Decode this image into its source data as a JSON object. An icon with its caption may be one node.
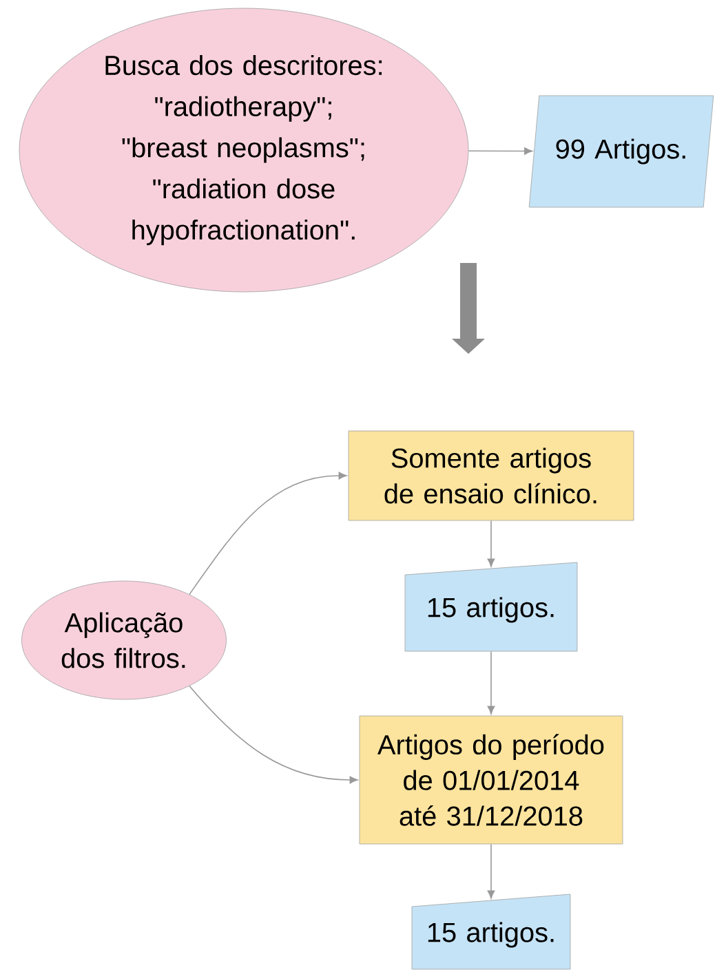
{
  "diagram": {
    "nodes": [
      {
        "text": [
          "Busca dos descritores: \"radiotherapy\"; \"breast neoplasms\"; \"radiation dose hypofractionation\"."
        ]
      },
      {
        "text": [
          "99 Artigos."
        ]
      },
      {
        "text": [
          "Aplicação dos filtros."
        ]
      },
      {
        "text": [
          "Somente artigos de ensaio clínico."
        ]
      },
      {
        "text": [
          "15 artigos."
        ]
      },
      {
        "text": [
          "Artigos do período de 01/01/2014 até 31/12/2018"
        ]
      },
      {
        "text": [
          "15 artigos."
        ]
      }
    ],
    "edges": [
      {
        "from": 0,
        "to": 1,
        "arrow": "to"
      },
      {
        "from": 2,
        "to": 3,
        "arrow": "to"
      },
      {
        "from": 2,
        "to": 5,
        "arrow": "to"
      },
      {
        "from": 3,
        "to": 4,
        "arrow": "to"
      },
      {
        "from": 4,
        "to": 5,
        "arrow": "to"
      },
      {
        "from": 5,
        "to": 6,
        "arrow": "to"
      }
    ]
  }
}
